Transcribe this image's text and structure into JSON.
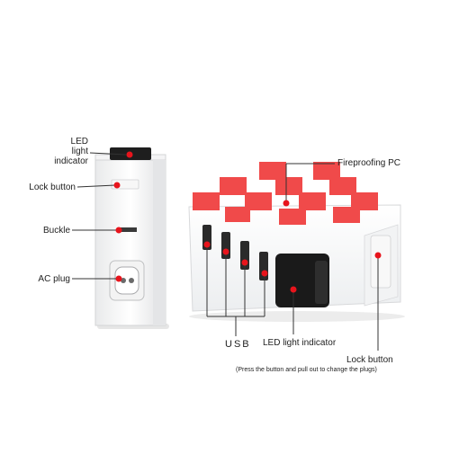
{
  "labels": {
    "led_light_indicator_line1": "LED",
    "led_light_indicator_line2": "light",
    "led_light_indicator_line3": "indicator",
    "lock_button_left": "Lock button",
    "buckle": "Buckle",
    "ac_plug": "AC plug",
    "fireproofing_pc": "Fireproofing PC",
    "usb": "USB",
    "led_light_indicator_front": "LED light indicator",
    "lock_button_right": "Lock button",
    "lock_button_note": "(Press the button and pull out to change the plugs)"
  },
  "colors": {
    "body_white": "#ffffff",
    "checker_red": "#f04a4a",
    "marker_red": "#e8141c",
    "led_panel": "#1a1a1a",
    "leader_line": "#333333",
    "label_text": "#222222"
  },
  "icons": {
    "ac_socket": "ac-inlet-icon",
    "marker": "red-dot-marker-icon"
  }
}
